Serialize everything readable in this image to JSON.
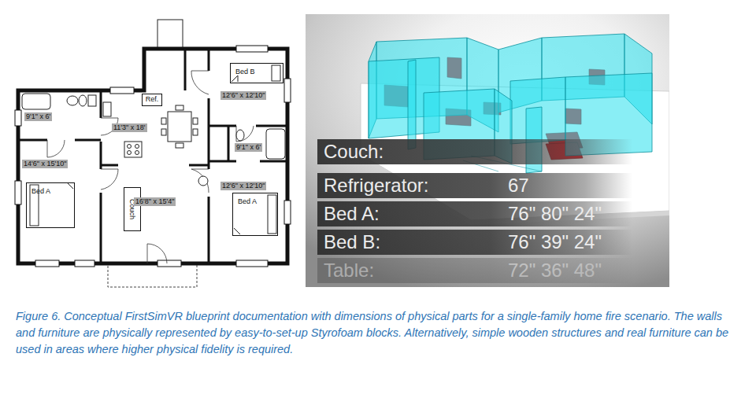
{
  "diagram": {
    "caption": "Figure 6. Conceptual FirstSimVR blueprint documentation with dimensions of physical parts for a single-family home fire scenario. The walls and furniture are physically represented by easy-to-set-up Styrofoam blocks. Alternatively, simple wooden structures and real furniture can be used in areas where higher physical fidelity is required.",
    "nodes": [
      {
        "text": [
          "Bed B"
        ]
      },
      {
        "text": [
          "Ref."
        ]
      },
      {
        "text": [
          "Bed A"
        ]
      },
      {
        "text": [
          "Couch"
        ]
      },
      {
        "text": [
          "Bed A"
        ]
      },
      {
        "text": [
          "Couch:"
        ]
      },
      {
        "text": [
          "Refrigerator:",
          "67"
        ]
      },
      {
        "text": [
          "Bed A:",
          "76\" 80\" 24\""
        ]
      },
      {
        "text": [
          "Bed B:",
          "76\" 39\" 24\""
        ]
      },
      {
        "text": [
          "Table:",
          "72\" 36\" 48\""
        ]
      }
    ],
    "labels": [
      "12'6\" x 12'10\"",
      "11'3\" x 18'",
      "9'1\" x 6'",
      "14'6\" x 15'10\"",
      "16'8\" x 15'4\"",
      "9'1\" x 6'",
      "12'6\" x 12'10\""
    ]
  }
}
